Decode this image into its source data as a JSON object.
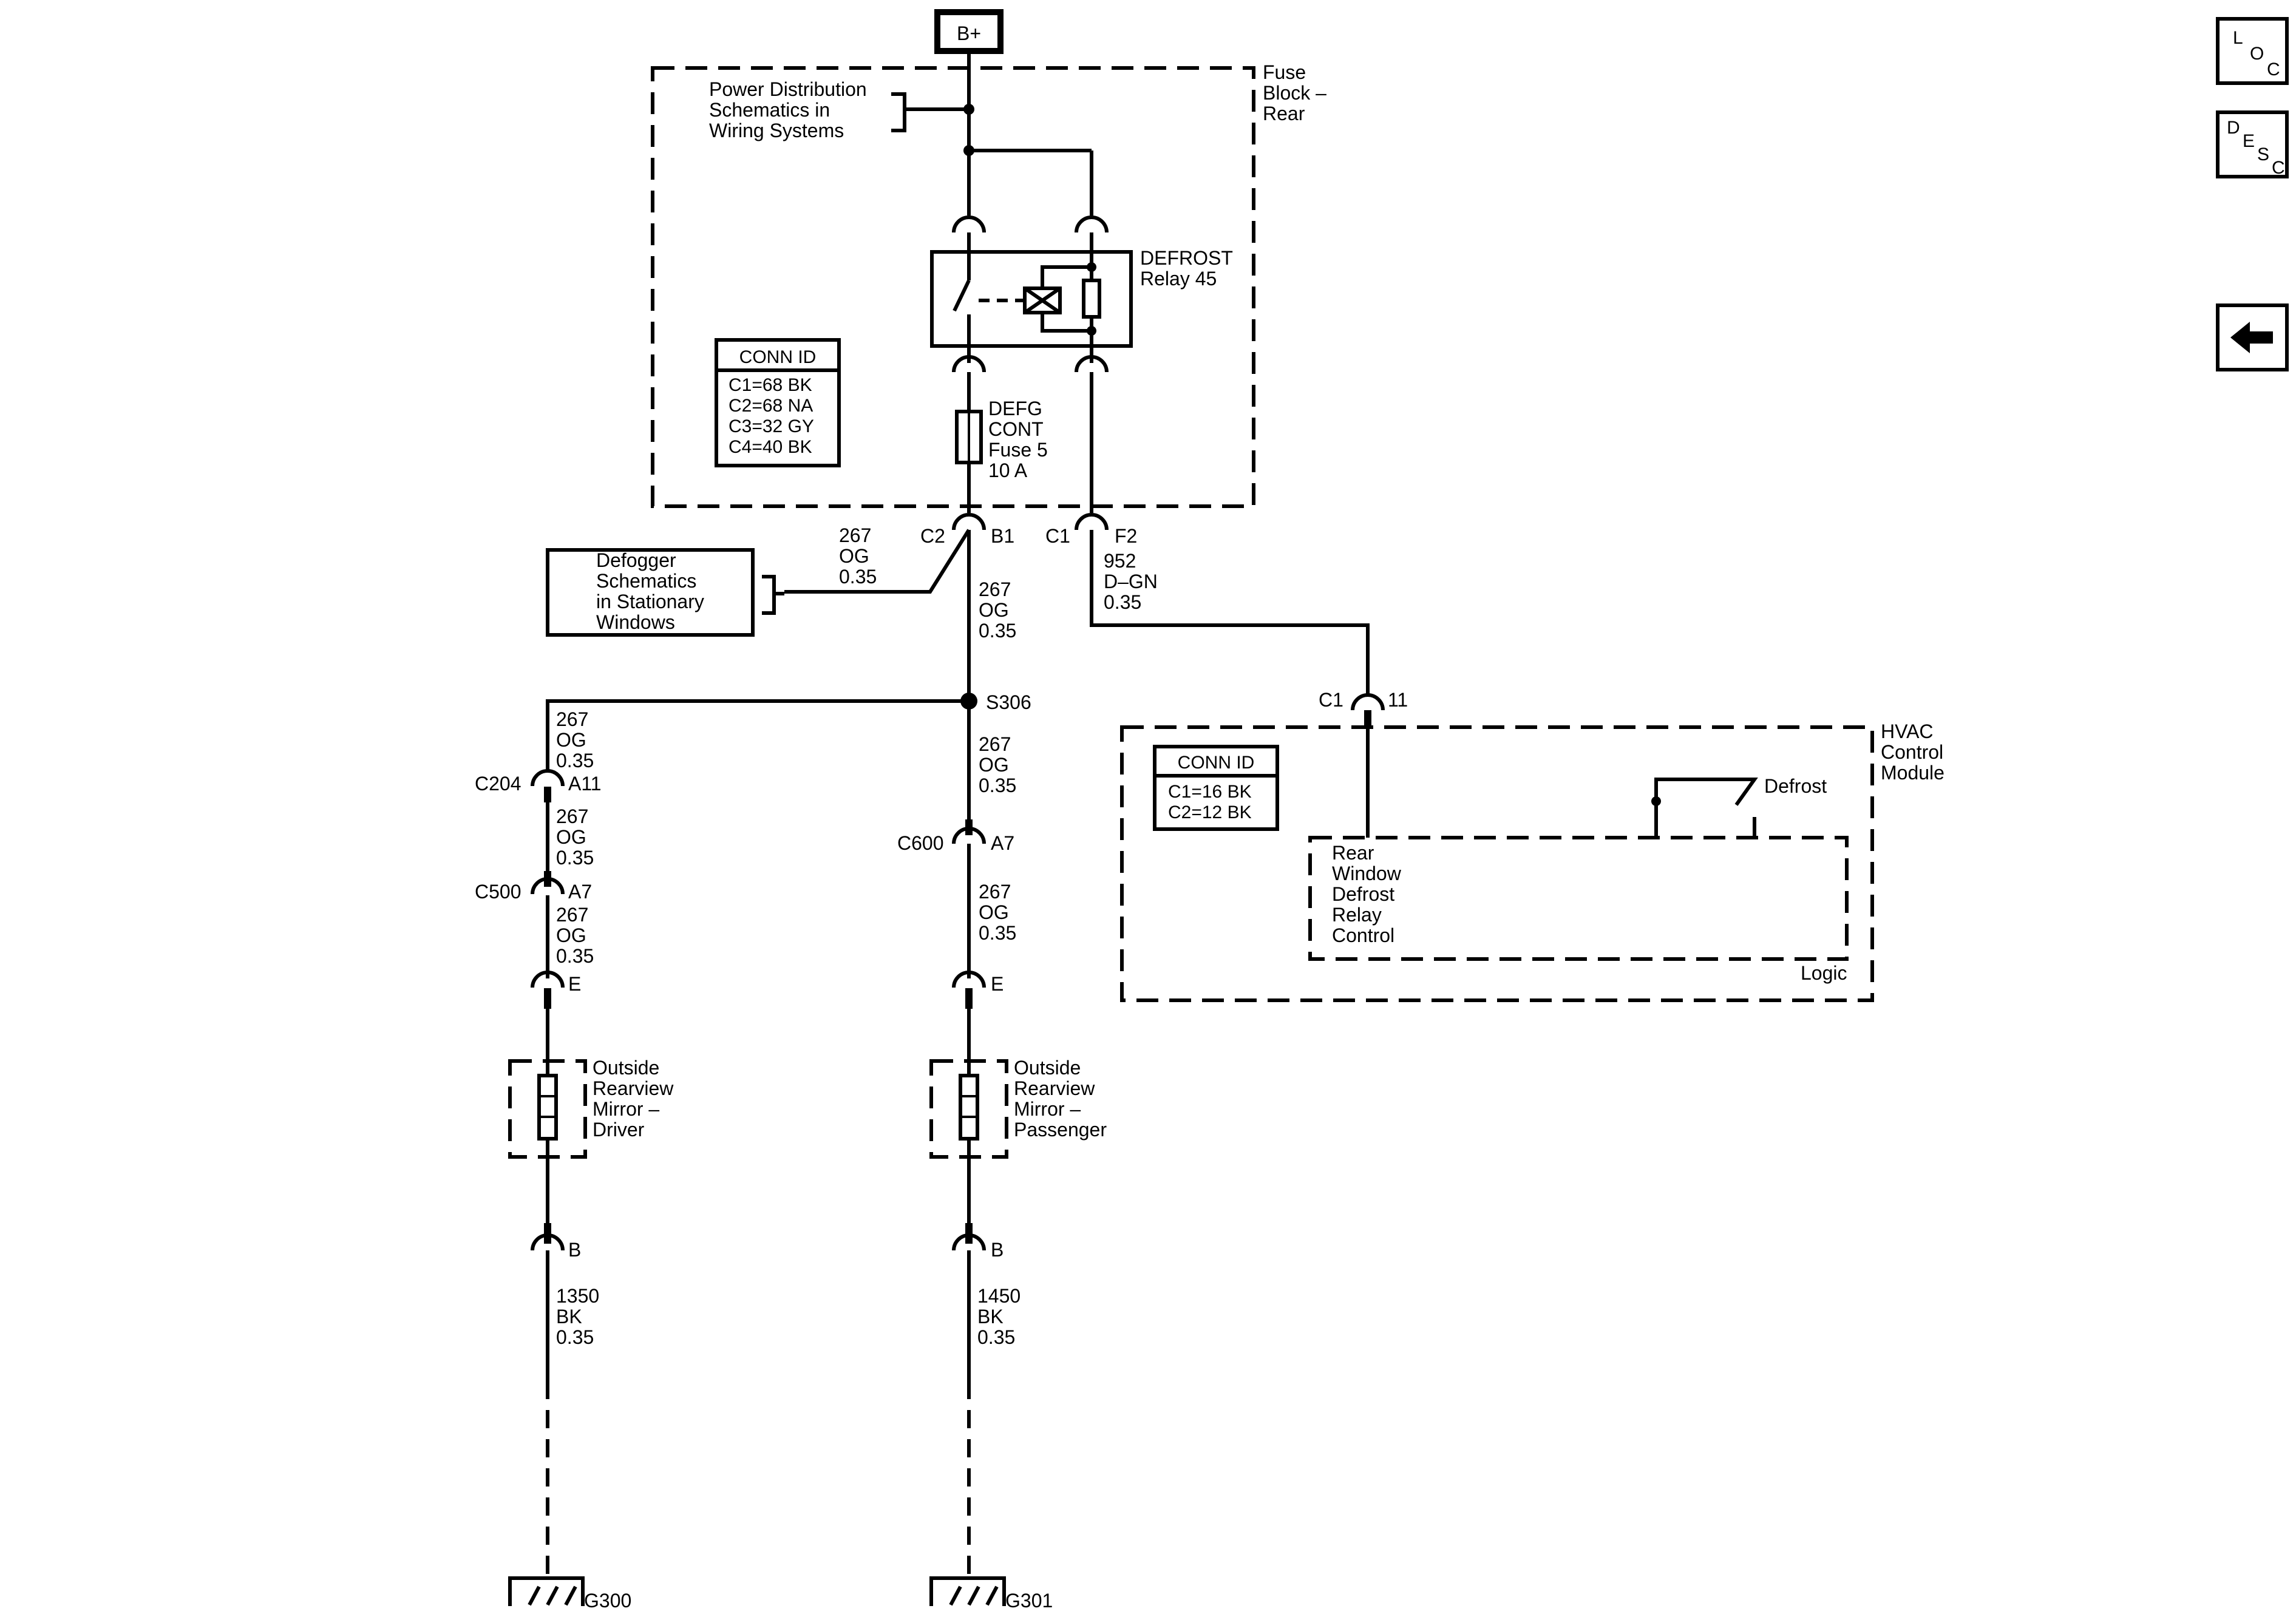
{
  "power_source": "B+",
  "nav": {
    "loc_letters": [
      "L",
      "O",
      "C"
    ],
    "desc_letters": [
      "D",
      "E",
      "S",
      "C"
    ],
    "back_icon": "left-arrow-icon"
  },
  "fuse_block": {
    "label": [
      "Fuse",
      "Block –",
      "Rear"
    ],
    "power_ref": [
      "Power Distribution",
      "Schematics in",
      "Wiring Systems"
    ],
    "relay_label": [
      "DEFROST",
      "Relay 45"
    ],
    "fuse_label": [
      "DEFG",
      "CONT",
      "Fuse 5",
      "10 A"
    ],
    "conn_id": {
      "title": "CONN ID",
      "rows": [
        "C1=68 BK",
        "C2=68 NA",
        "C3=32 GY",
        "C4=40 BK"
      ]
    }
  },
  "outputs": {
    "c2": "C2",
    "b1": "B1",
    "c1": "C1",
    "f2": "F2",
    "wire_267_a": [
      "267",
      "OG",
      "0.35"
    ],
    "wire_267_b": [
      "267",
      "OG",
      "0.35"
    ],
    "wire_952": [
      "952",
      "D–GN",
      "0.35"
    ],
    "defogger_ref": [
      "Defogger",
      "Schematics",
      "in Stationary",
      "Windows"
    ]
  },
  "splice": {
    "label": "S306",
    "left_wire": [
      "267",
      "OG",
      "0.35"
    ],
    "center_wire": [
      "267",
      "OG",
      "0.35"
    ]
  },
  "left_branch": {
    "c204": "C204",
    "a11": "A11",
    "wire_1": [
      "267",
      "OG",
      "0.35"
    ],
    "c500": "C500",
    "a7": "A7",
    "wire_2": [
      "267",
      "OG",
      "0.35"
    ],
    "e": "E",
    "mirror_label": [
      "Outside",
      "Rearview",
      "Mirror –",
      "Driver"
    ],
    "b": "B",
    "ground_wire": [
      "1350",
      "BK",
      "0.35"
    ],
    "ground": "G300"
  },
  "center_branch": {
    "c600": "C600",
    "a7": "A7",
    "wire_1": [
      "267",
      "OG",
      "0.35"
    ],
    "e": "E",
    "mirror_label": [
      "Outside",
      "Rearview",
      "Mirror –",
      "Passenger"
    ],
    "b": "B",
    "ground_wire": [
      "1450",
      "BK",
      "0.35"
    ],
    "ground": "G301"
  },
  "hvac": {
    "c1": "C1",
    "pin": "11",
    "label": [
      "HVAC",
      "Control",
      "Module"
    ],
    "conn_id": {
      "title": "CONN ID",
      "rows": [
        "C1=16 BK",
        "C2=12 BK"
      ]
    },
    "defrost": "Defrost",
    "relay_control": [
      "Rear",
      "Window",
      "Defrost",
      "Relay",
      "Control"
    ],
    "logic": "Logic"
  }
}
